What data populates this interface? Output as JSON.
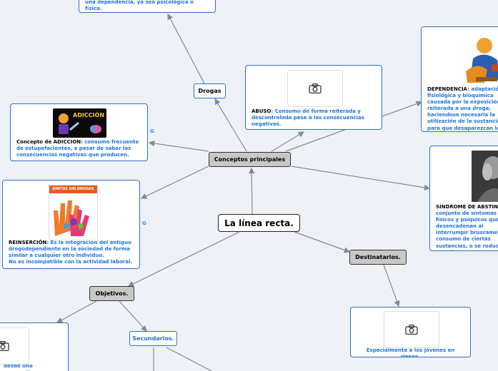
{
  "map": {
    "center": "La línea recta.",
    "conceptos": "Conceptos principales",
    "drogas": "Drogas",
    "destinatarios": "Destinatarios.",
    "objetivos": "Objetivos.",
    "secundarios": "Secundarios.",
    "top_card_text": "una dependencia, ya sea psicológica o física.",
    "adiccion": {
      "image_title": "ADICCIÓN",
      "term": "Concepto de ADICCION",
      "text": ": consumo frecuente de estupefacientes, a pesar de saber las consecuencias negativas que producen."
    },
    "abuso": {
      "term": "ABUSO",
      "text": ": Consumo de forma reiterada y descontrolada pese a las consecuencias negativas."
    },
    "dependencia": {
      "term": "DEPENDENCIA",
      "text": ": adaptación fisiológica y bioquímica causada por la exposición reiterada a una droga, haciendose necesaria la utilización de la sustancia para que desaparezcan los efectos no deseados que aparecen al dejar de consumirse."
    },
    "sindrome": {
      "term": "SÍNDROME DE ABSTINENCIA",
      "text": "conjunto de síntomas físicos y psíquicos que se desencadenan al interrumpir bruscamente el consumo de ciertas sustancias, o se reduce en aquellas personas que presentan dependencia de estas."
    },
    "reinsercion": {
      "image_title": "JUNTOS SIN DROGAS",
      "term": "REINSERCIÓN",
      "text": ": Es la integración del antiguo drogodependiente en la sociedad de forma similar a cualquier otro individuo.",
      "text2": "No es incompatible con la actividad laboral."
    },
    "destinatarios_card": "Especialmente a los jóvenes en riesgo.",
    "objetivos_card": "desde una prespectiva"
  },
  "colors": {
    "card_border": "#2f6fc9",
    "card_text": "#1f73d8",
    "link": "#808a96",
    "background": "#eef2f7"
  },
  "icons": [
    "camera-icon",
    "google-icon"
  ]
}
